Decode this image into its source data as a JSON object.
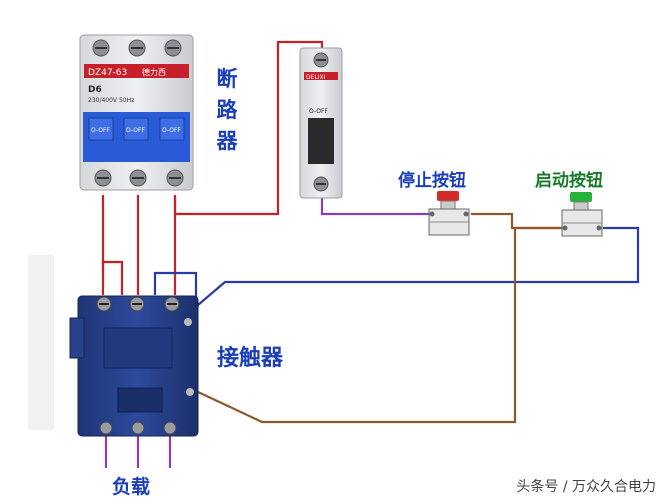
{
  "labels": {
    "breaker": "断路器",
    "stop_button": "停止按钮",
    "start_button": "启动按钮",
    "contactor": "接触器",
    "load": "负载"
  },
  "breaker_face": {
    "brand": "德力西",
    "model": "DZ47-63",
    "rating": "D6",
    "spec": "230/400V  50Hz",
    "off_text": "O-OFF"
  },
  "single_breaker_face": {
    "brand": "DELIXI",
    "off_text": "O-OFF"
  },
  "watermark": "头条号 / 万众久合电力",
  "colors": {
    "wire_red": "#c8202a",
    "wire_blue": "#2a3aa8",
    "wire_purple": "#8a3fb0",
    "wire_brown": "#8a5a2a",
    "label_blue": "#1a3fb8",
    "label_green": "#177a2b",
    "contactor_body": "#27418c",
    "breaker_handle": "#2a5bd7",
    "stop_cap": "#d42a2a",
    "start_cap": "#27b23a"
  }
}
